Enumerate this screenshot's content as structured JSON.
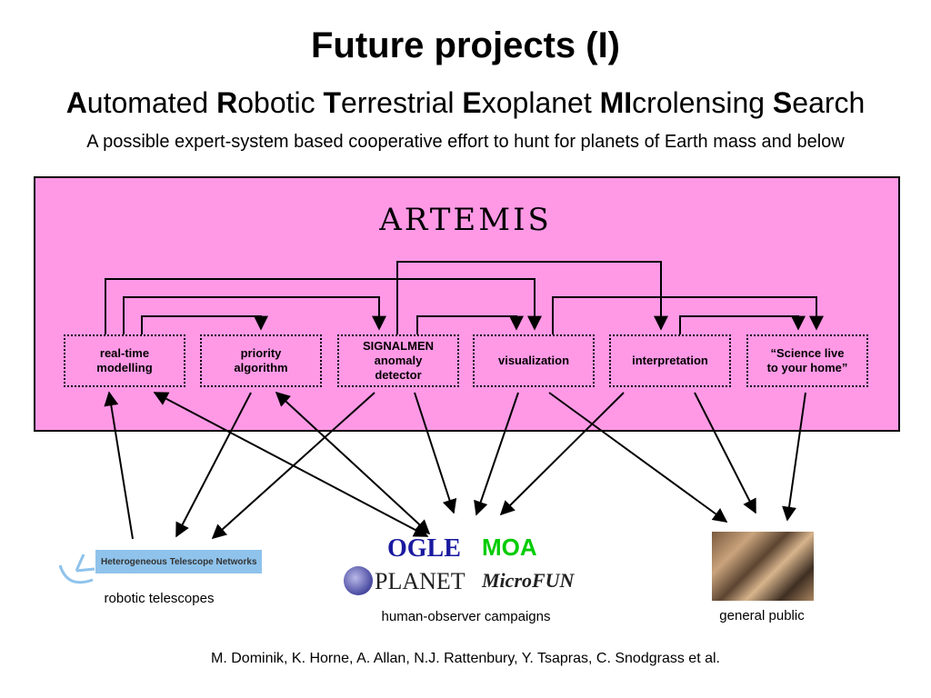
{
  "slide": {
    "title": "Future projects (I)",
    "subtitle_parts": [
      {
        "initial": "A",
        "rest": "utomated "
      },
      {
        "initial": "R",
        "rest": "obotic "
      },
      {
        "initial": "T",
        "rest": "errestrial "
      },
      {
        "initial": "E",
        "rest": "xoplanet "
      },
      {
        "initial": "MI",
        "rest": "crolensing "
      },
      {
        "initial": "S",
        "rest": "earch"
      }
    ],
    "tagline": "A possible expert-system based cooperative effort to hunt for planets of Earth mass and below",
    "footer": "M. Dominik, K. Horne, A. Allan, N.J. Rattenbury, Y. Tsapras, C. Snodgrass et al."
  },
  "diagram": {
    "system_name": "ARTEMIS",
    "modules": [
      {
        "id": "real-time-modelling",
        "label": "real-time\nmodelling"
      },
      {
        "id": "priority-algorithm",
        "label": "priority\nalgorithm"
      },
      {
        "id": "signalmen",
        "label": "SIGNALMEN\nanomaly\ndetector"
      },
      {
        "id": "visualization",
        "label": "visualization"
      },
      {
        "id": "interpretation",
        "label": "interpretation"
      },
      {
        "id": "science-live",
        "label": "“Science live\nto your home”"
      }
    ],
    "sources": {
      "robotic": {
        "network_label": "Heterogeneous Telescope Networks",
        "label": "robotic telescopes"
      },
      "human": {
        "logos": [
          "OGLE",
          "MOA",
          "PLANET",
          "MicroFUN"
        ],
        "label": "human-observer campaigns"
      },
      "public": {
        "label": "general public"
      }
    },
    "colors": {
      "panel": "#ff99e6",
      "moa": "#00cc00",
      "ogle": "#1a1aa0",
      "htn": "#8fc3ec"
    }
  }
}
